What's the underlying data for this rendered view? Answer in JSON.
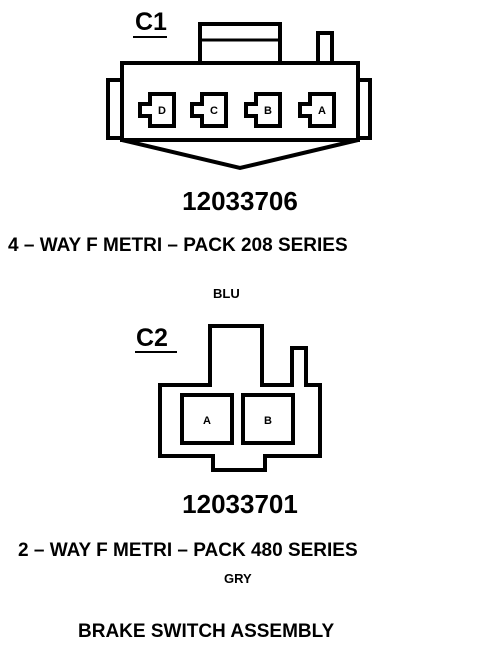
{
  "connectors": [
    {
      "id": "C1",
      "pins": [
        "D",
        "C",
        "B",
        "A"
      ],
      "part_number": "12033706",
      "description": "4 – WAY F METRI – PACK 208 SERIES",
      "color": "BLU"
    },
    {
      "id": "C2",
      "pins": [
        "A",
        "B"
      ],
      "part_number": "12033701",
      "description": "2 – WAY F METRI – PACK 480 SERIES",
      "color": "GRY"
    }
  ],
  "caption": "BRAKE SWITCH ASSEMBLY"
}
